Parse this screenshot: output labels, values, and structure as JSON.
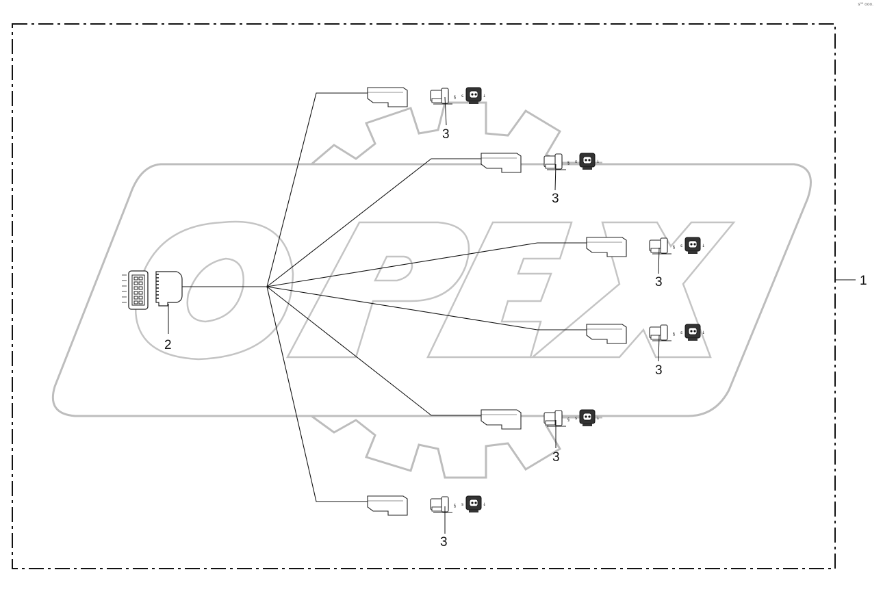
{
  "corner_note": "s⁰⁰ ooo.",
  "watermark": {
    "text": "OPEX",
    "color": "#bdbdbd"
  },
  "callouts": {
    "assembly": "1",
    "main_connector": "2",
    "branch_connector": "3"
  },
  "colors": {
    "line": "#111111",
    "border": "#111111",
    "watermark": "#bdbdbd",
    "background": "#ffffff"
  }
}
